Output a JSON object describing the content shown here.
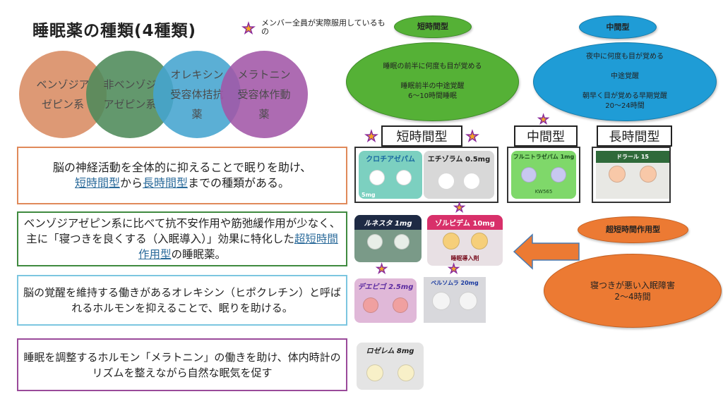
{
  "title": "睡眠薬の種類(4種類)",
  "legend": {
    "icon": "star-icon",
    "text": "メンバー全員が実際服用しているもの"
  },
  "categories": [
    {
      "label": "ベンゾジアゼピン系",
      "color": "#d98c63"
    },
    {
      "label": "非ベンゾジアゼピン系",
      "color": "#4e8a5a"
    },
    {
      "label": "オレキシン受容体拮抗薬",
      "color": "#45a5d0"
    },
    {
      "label": "メラトニン受容体作動薬",
      "color": "#a257a8"
    }
  ],
  "descriptions": [
    {
      "line1": "脳の神経活動を全体的に抑えることで眠りを助け、",
      "link1": "短時間型",
      "mid": "から",
      "link2": "長時間型",
      "end": "までの種類がある。",
      "border": "#e0895a"
    },
    {
      "pre": "ベンゾジアゼピン系に比べて抗不安作用や筋弛緩作用が少なく、主に「寝つきを良くする（入眠導入）」効果に特化した",
      "link": "超短時間作用型",
      "post": "の睡眠薬。",
      "border": "#3f8a3f"
    },
    {
      "text": "脳の覚醒を維持する働きがあるオレキシン（ヒポクレチン）と呼ばれるホルモンを抑えることで、眠りを助ける。",
      "border": "#7cc6e0"
    },
    {
      "text": "睡眠を調整するホルモン「メラトニン」の働きを助け、体内時計のリズムを整えながら自然な眠気を促す",
      "border": "#9a4a9a"
    }
  ],
  "types": {
    "short": {
      "title": "短時間型",
      "line1": "睡眠の前半に何度も目が覚める",
      "line2": "睡眠前半の中途覚醒",
      "line3": "6〜10時間睡眠",
      "color": "#55b136"
    },
    "mid": {
      "title": "中間型",
      "line1": "夜中に何度も目が覚める",
      "line2": "中途覚醒",
      "line3": "朝早く目が覚める早期覚醒",
      "line4": "20〜24時間",
      "color": "#1f9cd6"
    },
    "ultra": {
      "title": "超短時間作用型",
      "line1": "寝つきが悪い入眠障害",
      "line2": "2〜4時間",
      "color": "#ec7a33"
    }
  },
  "labels": {
    "short": "短時間型",
    "mid": "中間型",
    "long": "長時間型"
  },
  "drugs": {
    "clotiazepam": {
      "name": "クロチアゼパム",
      "dose": "5mg"
    },
    "etizolam": {
      "name": "エチゾラム",
      "dose": "0.5mg"
    },
    "flunitrazepam": {
      "name": "フルニトラゼパム",
      "dose": "1mg",
      "code": "KW565"
    },
    "doral": {
      "name": "ドラール",
      "dose": "15"
    },
    "lunesta": {
      "name": "ルネスタ",
      "dose": "1mg"
    },
    "zolpidem": {
      "name": "ゾルピデム",
      "dose": "10mg",
      "note": "睡眠導入剤"
    },
    "dayvigo": {
      "name": "デエビゴ",
      "dose": "2.5mg"
    },
    "belsomra": {
      "name": "ベルソムラ",
      "dose": "20mg"
    },
    "rozerem": {
      "name": "ロゼレム",
      "dose": "8mg"
    }
  }
}
